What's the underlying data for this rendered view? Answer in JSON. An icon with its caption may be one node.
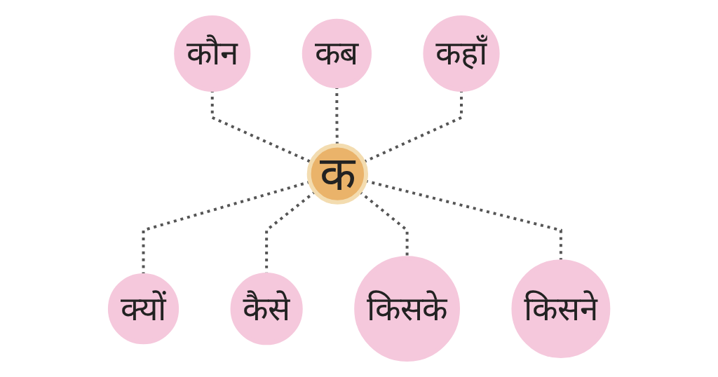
{
  "diagram": {
    "nodes": [
      {
        "text": [
          "कौन"
        ]
      },
      {
        "text": [
          "कब"
        ]
      },
      {
        "text": [
          "कहाँ"
        ]
      },
      {
        "text": [
          "क"
        ]
      },
      {
        "text": [
          "क्यों"
        ]
      },
      {
        "text": [
          "कैसे"
        ]
      },
      {
        "text": [
          "किसके"
        ]
      },
      {
        "text": [
          "किसने"
        ]
      }
    ],
    "edges": [
      {
        "from": 0,
        "to": 3,
        "arrow": "none",
        "style": "dashed"
      },
      {
        "from": 1,
        "to": 3,
        "arrow": "none",
        "style": "dashed"
      },
      {
        "from": 2,
        "to": 3,
        "arrow": "none",
        "style": "dashed"
      },
      {
        "from": 3,
        "to": 4,
        "arrow": "none",
        "style": "dashed"
      },
      {
        "from": 3,
        "to": 5,
        "arrow": "none",
        "style": "dashed"
      },
      {
        "from": 3,
        "to": 6,
        "arrow": "none",
        "style": "dashed"
      },
      {
        "from": 3,
        "to": 7,
        "arrow": "none",
        "style": "dashed"
      }
    ]
  }
}
